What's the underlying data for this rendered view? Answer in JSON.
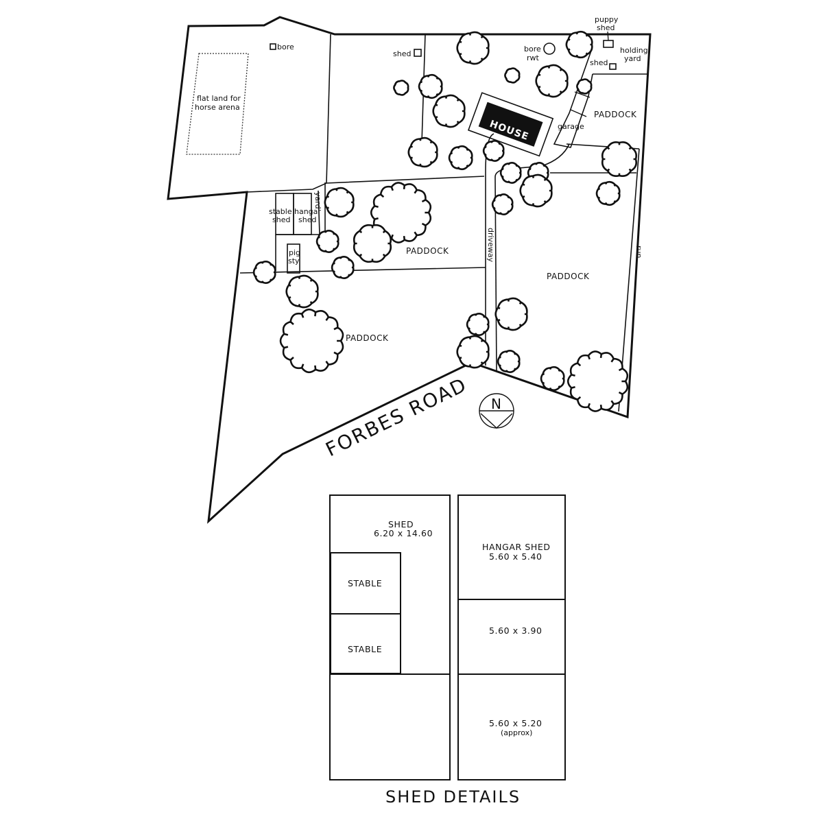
{
  "site_plan": {
    "labels": {
      "bore_top": "bore",
      "arena_line1": "flat land for",
      "arena_line2": "horse arena",
      "shed_small": "shed",
      "bore_rwt_line1": "bore",
      "bore_rwt_line2": "rwt",
      "puppy_shed_line1": "puppy",
      "puppy_shed_line2": "shed",
      "holding_yard_line1": "holding",
      "holding_yard_line2": "yard",
      "shed_holding": "shed",
      "house": "HOUSE",
      "garage": "garage",
      "paddock_ne": "PADDOCK",
      "stable_shed_line1": "stable",
      "stable_shed_line2": "shed",
      "hangar_shed_line1": "hangar",
      "hangar_shed_line2": "shed",
      "yard": "yard",
      "pig_sty_line1": "pig",
      "pig_sty_line2": "sty",
      "paddock_center": "PADDOCK",
      "driveway": "driveway",
      "run": "run",
      "paddock_east": "PADDOCK",
      "paddock_sw": "PADDOCK",
      "road": "FORBES ROAD",
      "north": "N"
    }
  },
  "shed_details": {
    "title": "SHED DETAILS",
    "left": {
      "shed_name": "SHED",
      "shed_size": "6.20 x 14.60",
      "stable_1": "STABLE",
      "stable_2": "STABLE"
    },
    "right": {
      "hangar_name": "HANGAR SHED",
      "hangar_size": "5.60 x 5.40",
      "middle_size": "5.60 x 3.90",
      "bottom_size": "5.60 x 5.20",
      "bottom_note": "(approx)"
    }
  }
}
